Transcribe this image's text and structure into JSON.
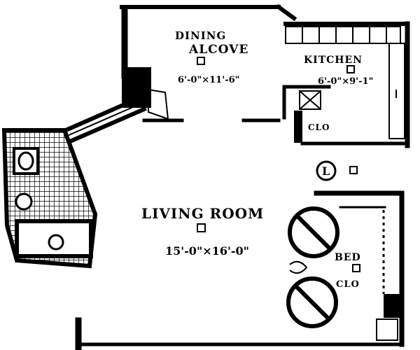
{
  "rooms": {
    "dining": {
      "name_line1": "DINING",
      "name_line2": "ALCOVE",
      "dims": "6'-0\"×11'-6\""
    },
    "kitchen": {
      "name": "KITCHEN",
      "dims": "6'-0\"×9'-1\""
    },
    "living": {
      "name": "LIVING ROOM",
      "dims": "15'-0\"×16'-0\""
    },
    "bed": {
      "name": "BED"
    }
  },
  "closets": {
    "kitchen_closet": "CLO",
    "bed_closet": "CLO"
  },
  "marker": {
    "letter": "L"
  }
}
